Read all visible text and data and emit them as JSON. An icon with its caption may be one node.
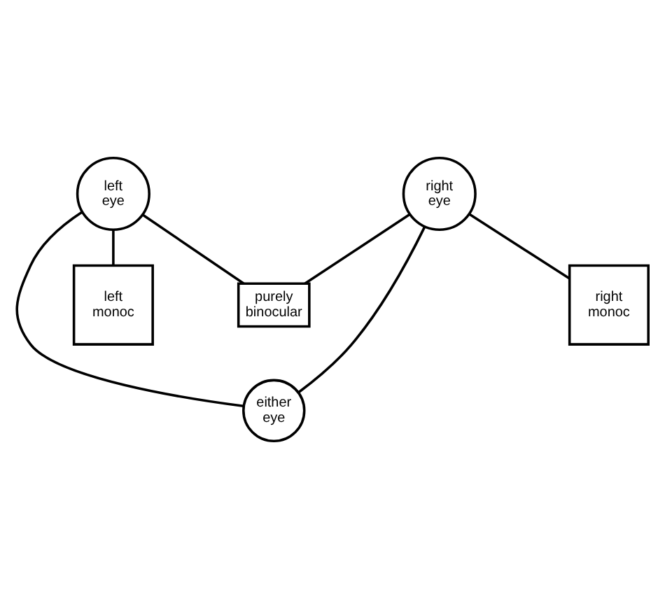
{
  "diagram": {
    "nodes": [
      {
        "text": [
          "left eye"
        ]
      },
      {
        "text": [
          "right eye"
        ]
      },
      {
        "text": [
          "purely binocular"
        ]
      },
      {
        "text": [
          "either eye"
        ]
      },
      {
        "text": [
          "left monoc"
        ]
      },
      {
        "text": [
          "right monoc"
        ]
      }
    ],
    "edges": [
      {
        "from": 0,
        "to": 4,
        "arrow": "none"
      },
      {
        "from": 1,
        "to": 5,
        "arrow": "none"
      },
      {
        "from": 0,
        "to": 2,
        "arrow": "none"
      },
      {
        "from": 1,
        "to": 2,
        "arrow": "none"
      },
      {
        "from": 0,
        "to": 3,
        "arrow": "none"
      },
      {
        "from": 1,
        "to": 3,
        "arrow": "none"
      }
    ]
  }
}
